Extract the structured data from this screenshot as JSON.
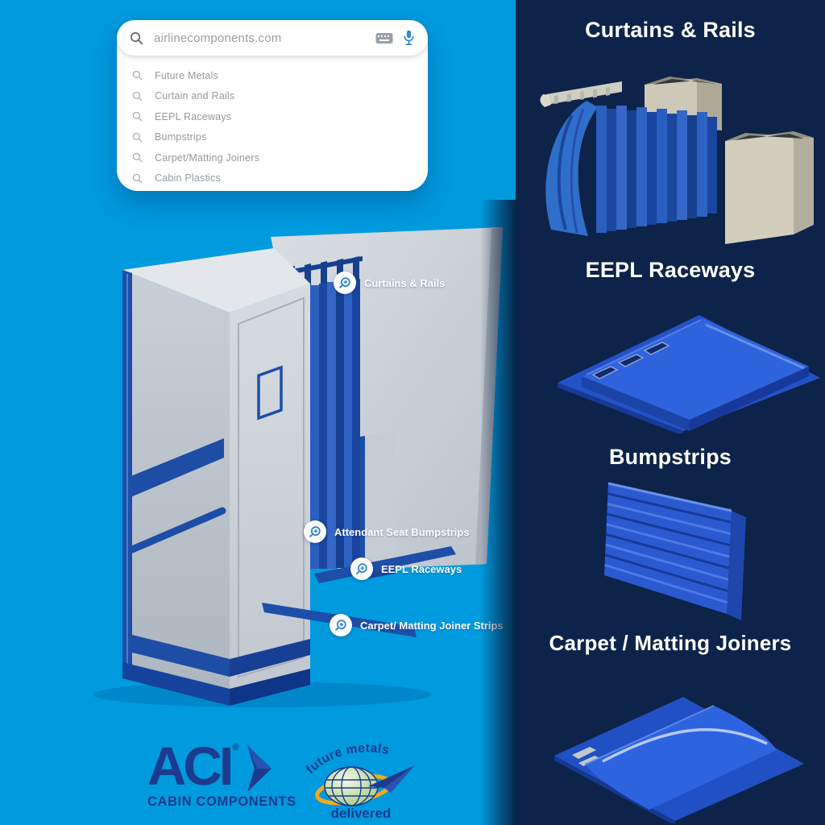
{
  "colors": {
    "cyan_bg": "#009ade",
    "navy_bg": "#0e2349",
    "product_blue": "#2b5ad0",
    "logo_navy": "#1c3b8e",
    "accent_blue": "#1d4fa8"
  },
  "search": {
    "query": "airlinecomponents.com",
    "suggestions": [
      "Future Metals",
      "Curtain and Rails",
      "EEPL Raceways",
      "Bumpstrips",
      "Carpet/Matting Joiners",
      "Cabin Plastics"
    ]
  },
  "callouts": [
    {
      "label": "Curtains & Rails"
    },
    {
      "label": "Attendant Seat Bumpstrips"
    },
    {
      "label": "EEPL Raceways"
    },
    {
      "label": "Carpet/ Matting Joiner Strips"
    }
  ],
  "right_panel": {
    "sections": [
      {
        "title": "Curtains & Rails"
      },
      {
        "title": "EEPL Raceways"
      },
      {
        "title": "Bumpstrips"
      },
      {
        "title": "Carpet / Matting Joiners"
      }
    ]
  },
  "logos": {
    "aci": {
      "name": "ACI",
      "registered": "®",
      "tagline": "CABIN COMPONENTS"
    },
    "future_metals": {
      "arc_text": "future metals",
      "bottom_text": "delivered"
    }
  }
}
